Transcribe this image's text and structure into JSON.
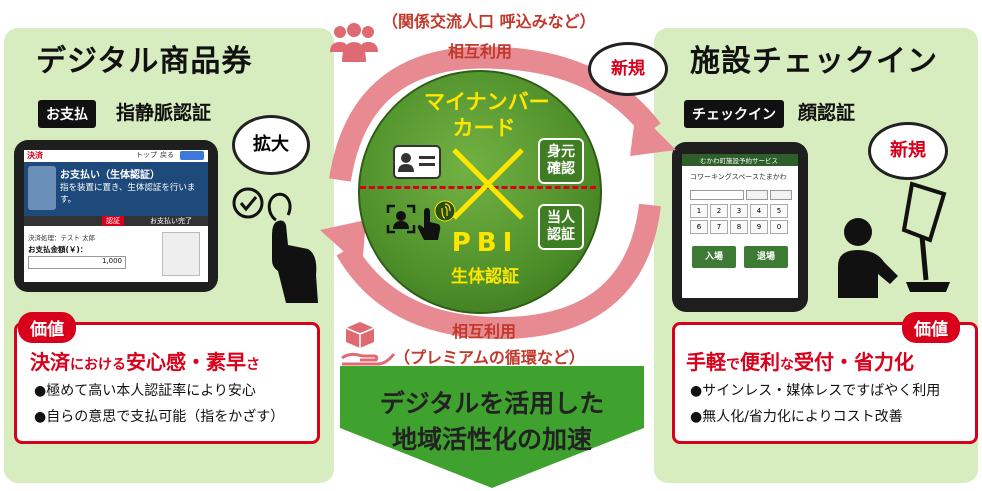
{
  "left": {
    "title": "デジタル商品券",
    "badge": "お支払",
    "subtitle": "指静脈認証",
    "bubble": "拡大",
    "screen": {
      "header_label": "決済",
      "nav": [
        "トップ",
        "戻る"
      ],
      "banner": "お支払い（生体認証）",
      "instruction": "指を装置に置き、生体認証を行います。",
      "step_current": "認証",
      "step_next": "お支払い完了",
      "user": "決済処理：テスト 太郎",
      "amount_label": "お支払金額(￥)：",
      "amount_value": "1,000"
    },
    "value_badge": "価値",
    "value_headline": [
      {
        "text": "決済",
        "size": "big"
      },
      {
        "text": "における",
        "size": "small"
      },
      {
        "text": "安心感・素早",
        "size": "big"
      },
      {
        "text": "さ",
        "size": "small"
      }
    ],
    "bullets": [
      "●極めて高い本人認証率により安心",
      "●自らの意思で支払可能（指をかざす）"
    ]
  },
  "right": {
    "title": "施設チェックイン",
    "badge": "チェックイン",
    "subtitle": "顔認証",
    "bubble": "新規",
    "screen": {
      "header": "むかわ町施設予約サービス",
      "facility": "コワーキングスペースたまかわ",
      "buttons": [
        "入場",
        "退場"
      ],
      "keys": [
        "1",
        "2",
        "3",
        "4",
        "5",
        "6",
        "7",
        "8",
        "9",
        "0"
      ]
    },
    "value_badge": "価値",
    "value_headline": [
      {
        "text": "手軽",
        "size": "big"
      },
      {
        "text": "で",
        "size": "small"
      },
      {
        "text": "便利",
        "size": "big"
      },
      {
        "text": "な",
        "size": "small"
      },
      {
        "text": "受付・省力化",
        "size": "big"
      }
    ],
    "bullets": [
      "●サインレス・媒体レスですばやく利用",
      "●無人化/省力化によりコスト改善"
    ]
  },
  "center": {
    "top_note": "（関係交流人口 呼込みなど）",
    "top_arrow_label": "相互利用",
    "new_bubble": "新規",
    "card_line1": "マイナンバー",
    "card_line2": "カード",
    "box_identity": [
      "身元",
      "確認"
    ],
    "pbi": "PBI",
    "bio": "生体認証",
    "box_person": [
      "当人",
      "認証"
    ],
    "bottom_arrow_label": "相互利用",
    "bottom_note": "（プレミアムの循環など）",
    "conclusion_line1": "デジタルを活用した",
    "conclusion_line2": "地域活性化の加速"
  },
  "colors": {
    "panel_green": "#d7ecbf",
    "accent_red": "#d9001b",
    "arrow_pink": "#e88a92",
    "circle_green": "#4f8f2a",
    "text_yellow": "#ffe600"
  }
}
